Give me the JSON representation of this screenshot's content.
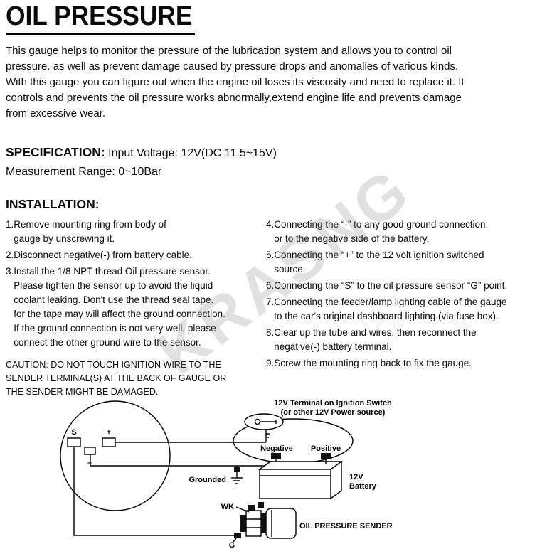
{
  "header": {
    "title": "OIL PRESSURE",
    "intro": "This gauge helps to monitor the pressure of the lubrication system and allows you to control oil\npressure. as well as prevent damage caused by pressure drops and anomalies of various kinds.\nWith this gauge you can figure out when the engine oil loses its viscosity and need to replace it. It\ncontrols and prevents the oil pressure works abnormally,extend engine life and prevents damage\nfrom excessive wear."
  },
  "spec": {
    "label": "SPECIFICATION:",
    "voltage": "Input Voltage: 12V(DC 11.5~15V)",
    "range": "Measurement Range: 0~10Bar"
  },
  "installation": {
    "label": "INSTALLATION:",
    "left_items": [
      {
        "num": "1.",
        "text": "Remove mounting ring from body of\ngauge by unscrewing it."
      },
      {
        "num": "2.",
        "text": "Disconnect negative(-) from battery cable."
      },
      {
        "num": "3.",
        "text": "Install the 1/8 NPT thread Oil pressure sensor.\nPlease tighten the sensor up to avoid the liquid\ncoolant leaking. Don't use the thread seal tape.\nfor the tape may will affect the ground connection.\nIf the ground connection is not very well, please\nconnect the other ground wire to the sensor."
      }
    ],
    "caution": "CAUTION: DO NOT TOUCH IGNITION WIRE TO THE\nSENDER TERMINAL(S) AT THE BACK OF GAUGE OR\nTHE SENDER MIGHT BE DAMAGED.",
    "right_items": [
      {
        "num": "4.",
        "text": "Connecting the “-” to any good ground connection,\nor to the negative side of the battery."
      },
      {
        "num": "5.",
        "text": "Connecting the “+” to the 12 volt ignition switched\nsource."
      },
      {
        "num": "6.",
        "text": "Connecting the “S” to the oil pressure sensor “G” point."
      },
      {
        "num": "7.",
        "text": "Connecting the feeder/lamp lighting cable of the gauge\nto the car's original dashboard lighting.(via fuse box)."
      },
      {
        "num": "8.",
        "text": "Clear up the tube and wires, then reconnect the\nnegative(-) battery terminal."
      },
      {
        "num": "9.",
        "text": "Screw the mounting ring back to fix the gauge."
      }
    ]
  },
  "watermark": "KRASNG",
  "diagram": {
    "terminal_s": "S",
    "terminal_plus": "+",
    "terminal_minus": "–",
    "ignition_line1": "12V Terminal on Ignition Switch",
    "ignition_line2": "(or other 12V Power source)",
    "negative": "Negative",
    "positive": "Positive",
    "grounded": "Grounded",
    "battery_line1": "12V",
    "battery_line2": "Battery",
    "wk": "WK",
    "sender": "OIL PRESSURE SENDER",
    "g": "G"
  }
}
